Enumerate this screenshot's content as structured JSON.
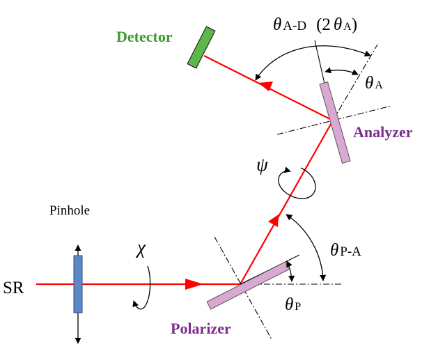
{
  "labels": {
    "source": "SR",
    "pinhole": "Pinhole",
    "detector": "Detector",
    "analyzer": "Analyzer",
    "polarizer": "Polarizer",
    "chi": "χ",
    "psi": "ψ",
    "theta_ad_symbol": "θ",
    "theta_ad_sub": "A-D",
    "theta_ad_paren_open": "(2",
    "theta_ad_paren_symbol": "θ",
    "theta_ad_paren_sub": "A",
    "theta_ad_paren_close": ")",
    "theta_a_symbol": "θ",
    "theta_a_sub": "A",
    "theta_pa_symbol": "θ",
    "theta_pa_sub": "P-A",
    "theta_p_symbol": "θ",
    "theta_p_sub": "P"
  },
  "colors": {
    "beam": "#ff0000",
    "detector_fill": "#5cb848",
    "detector_text": "#3f9a2e",
    "mirror_fill": "#d9a9d4",
    "mirror_text": "#7b2d8e",
    "pinhole_fill": "#5b87c5",
    "line": "#000000"
  }
}
